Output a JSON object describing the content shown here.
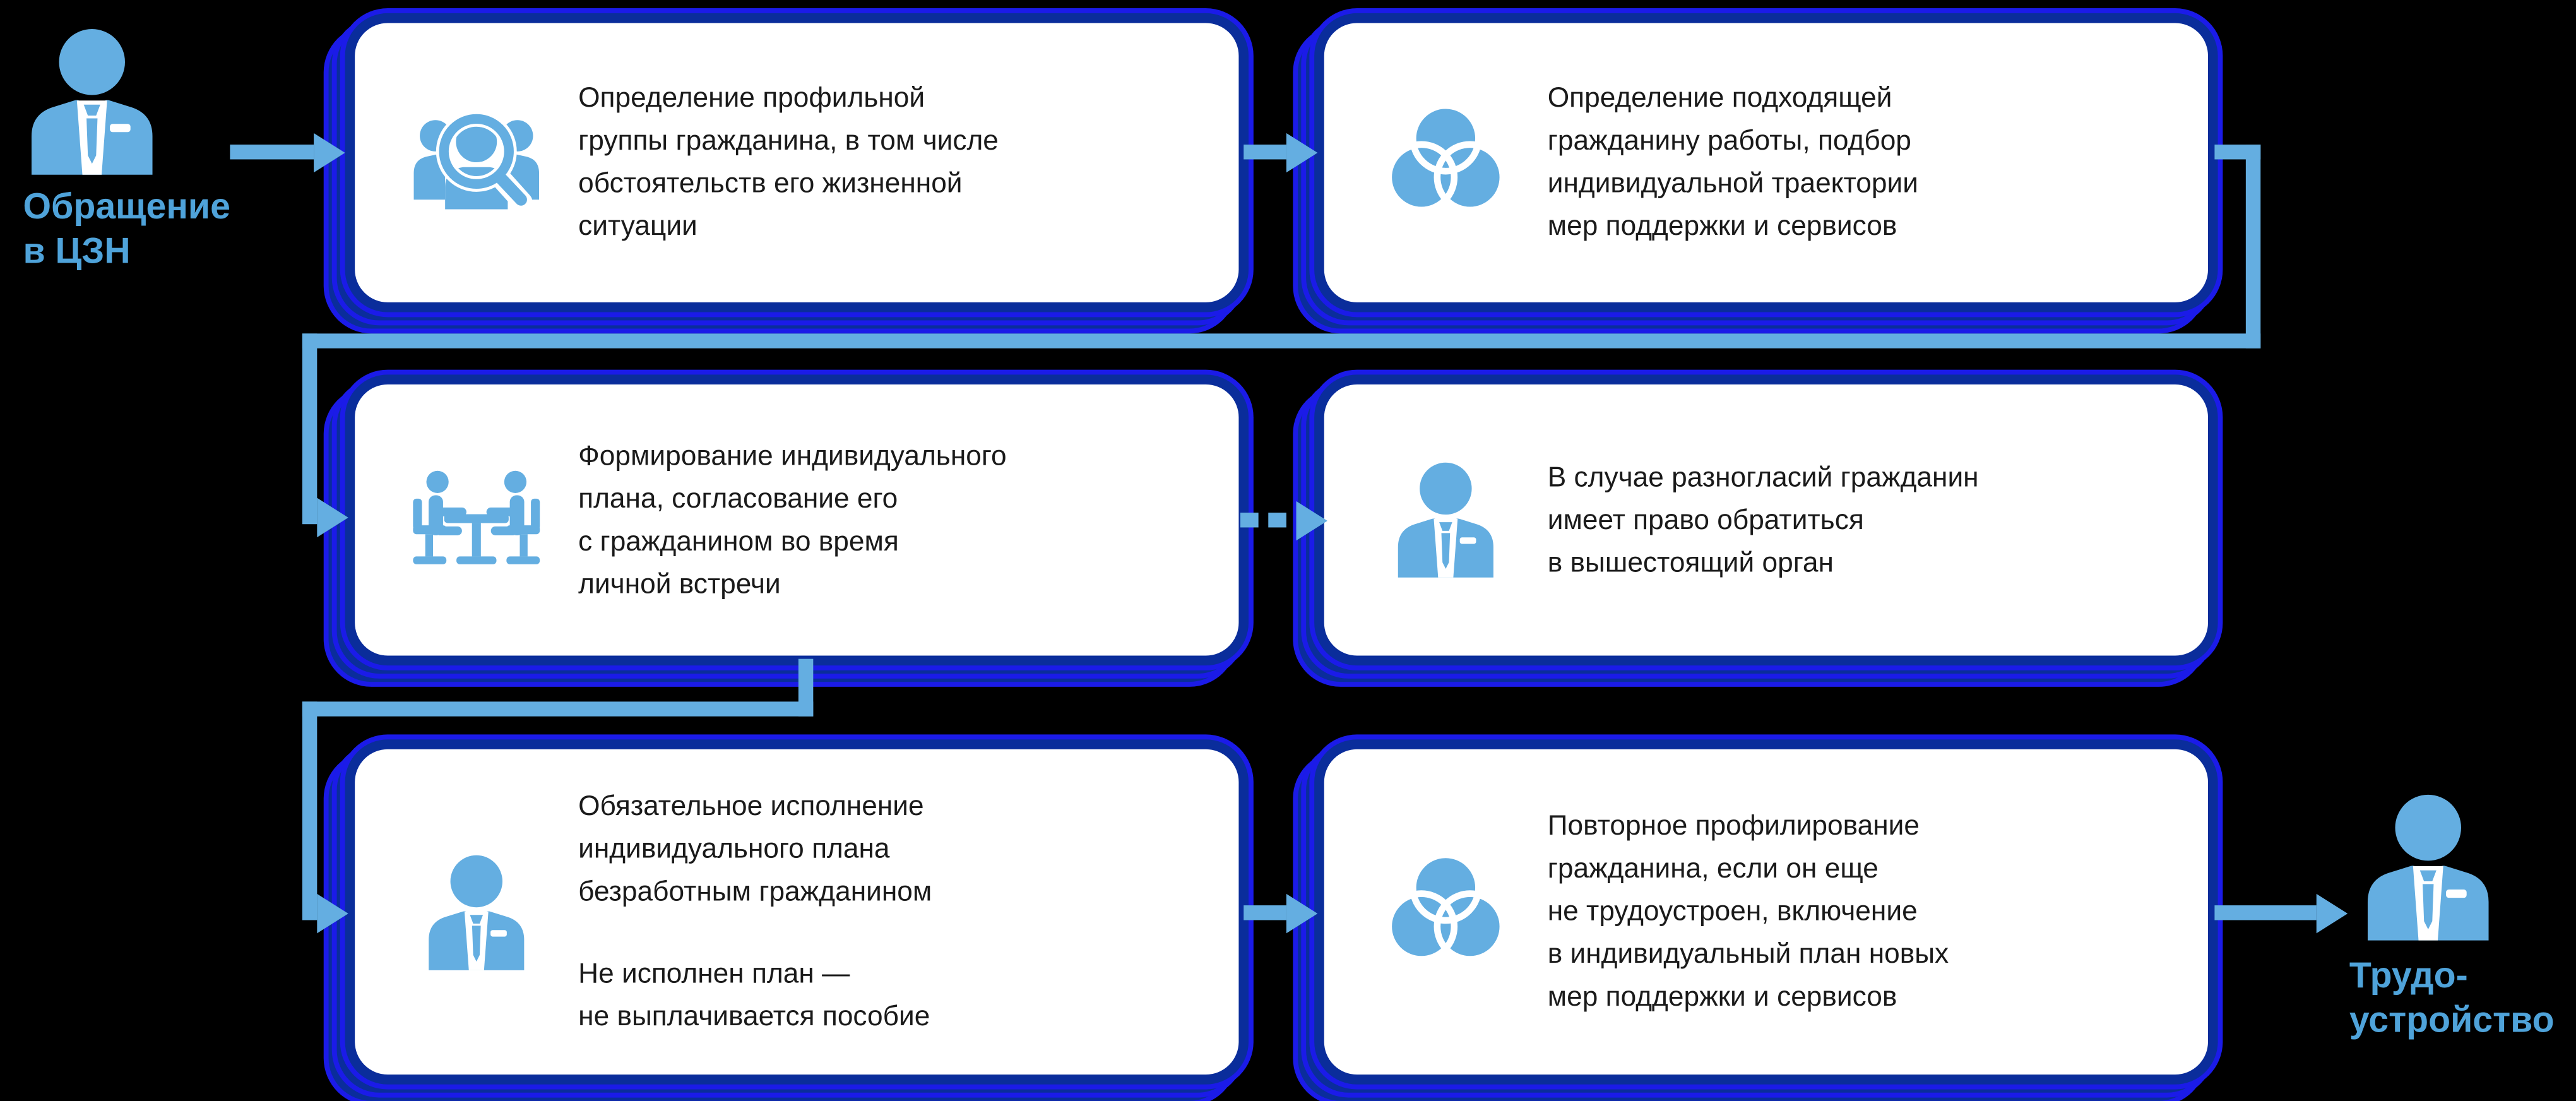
{
  "palette": {
    "background": "#000000",
    "card_fill": "#ffffff",
    "card_border": "#0A2D9B",
    "card_border_accent": "#1B1BE8",
    "accent_blue": "#64AEE1",
    "label_blue": "#4FA3DA",
    "text_dark": "#1a1a1a"
  },
  "start": {
    "icon": "person",
    "label": "Обращение\nв ЦЗН"
  },
  "end": {
    "icon": "person",
    "label": "Трудо-\nустройство"
  },
  "boxes": [
    {
      "id": 1,
      "icon": "people-search",
      "text": "Определение профильной\nгруппы гражданина, в том числе\nобстоятельств его жизненной\nситуации"
    },
    {
      "id": 2,
      "icon": "venn-circles",
      "text": "Определение подходящей\nгражданину работы, подбор\nиндивидуальной траектории\nмер поддержки и сервисов"
    },
    {
      "id": 3,
      "icon": "meeting-table",
      "text": "Формирование индивидуального\nплана, согласование его\nс гражданином во время\nличной встречи"
    },
    {
      "id": 4,
      "icon": "person-tie",
      "text": "В случае разногласий гражданин\nимеет право обратиться\nв вышестоящий орган"
    },
    {
      "id": 5,
      "icon": "person-tie",
      "text": "Обязательное исполнение\nиндивидуального плана\nбезработным гражданином",
      "text2": "Не исполнен план —\nне выплачивается пособие"
    },
    {
      "id": 6,
      "icon": "venn-circles",
      "text": "Повторное профилирование\nгражданина, если он еще\nне трудоустроен, включение\nв индивидуальный план новых\nмер поддержки и сервисов"
    }
  ]
}
